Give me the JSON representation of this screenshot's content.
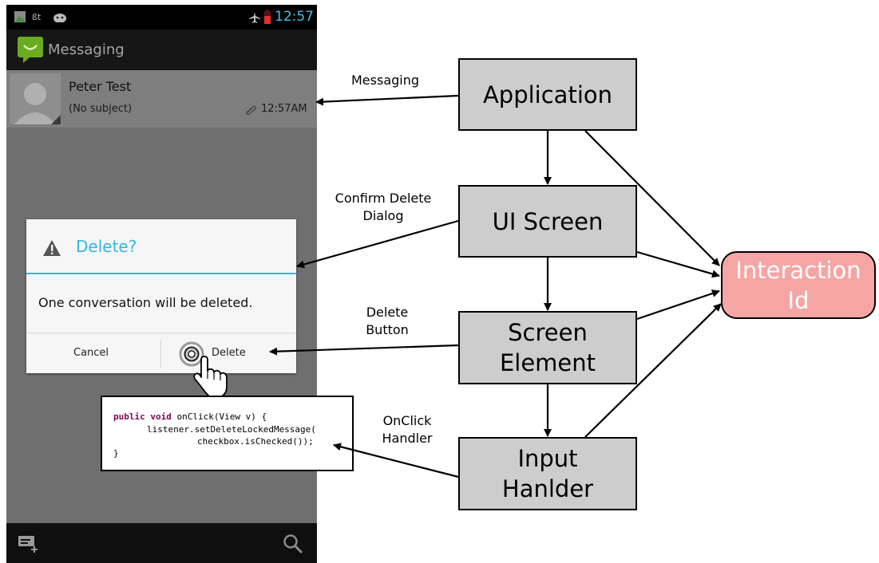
{
  "phone": {
    "status_time": "12:57",
    "app_title": "Messaging",
    "conversation": {
      "contact_name": "Peter Test",
      "subject": "(No subject)",
      "time": "12:57AM"
    },
    "dialog": {
      "title": "Delete?",
      "message": "One conversation will be deleted.",
      "cancel_label": "Cancel",
      "delete_label": "Delete"
    }
  },
  "code": {
    "line1_keywords": "public void",
    "line1_rest": " onClick(View v) {",
    "line2": "listener.setDeleteLockedMessage(",
    "line3": "checkbox.isChecked());",
    "line4": "}"
  },
  "diagram": {
    "nodes": {
      "application": "Application",
      "ui_screen": "UI Screen",
      "screen_element_line1": "Screen",
      "screen_element_line2": "Element",
      "input_handler_line1": "Input",
      "input_handler_line2": "Hanlder",
      "interaction_id_line1": "Interaction",
      "interaction_id_line2": "Id"
    },
    "edge_labels": {
      "messaging": "Messaging",
      "confirm_line1": "Confirm Delete",
      "confirm_line2": "Dialog",
      "delete_button_line1": "Delete",
      "delete_button_line2": "Button",
      "onclick_line1": "OnClick",
      "onclick_line2": "Handler"
    },
    "colors": {
      "node_fill": "#cdcdcd",
      "interaction_fill": "#f6a5a5",
      "accent": "#33b5e5"
    }
  }
}
